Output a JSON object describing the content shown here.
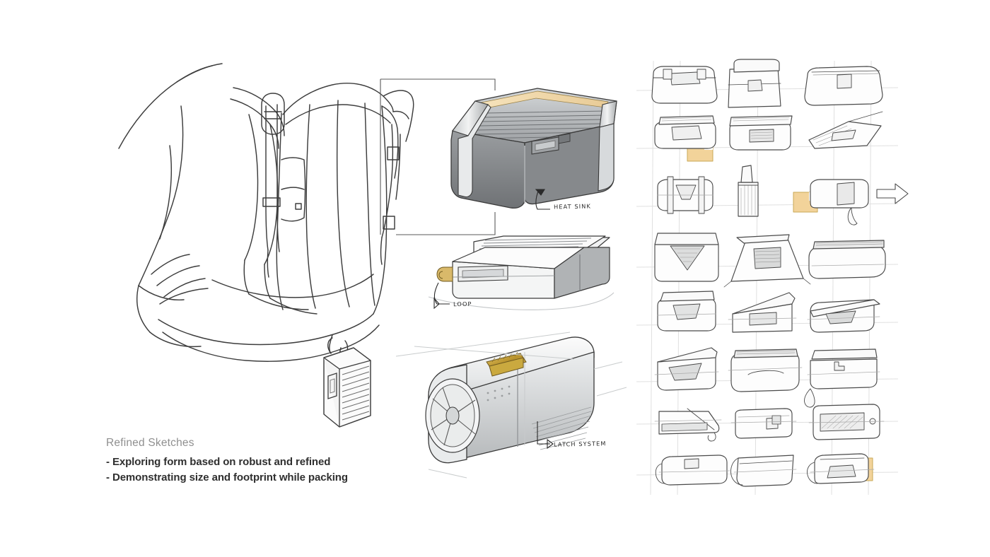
{
  "board": {
    "background_color": "#ffffff",
    "title": "Refined Sketches"
  },
  "caption": {
    "title": "Refined Sketches",
    "lines": [
      "- Exploring form based on robust and refined",
      "- Demonstrating size and footprint while packing"
    ]
  },
  "colors": {
    "ink": "#2a2a2a",
    "sketch_line": "#4a4a4a",
    "guide_line": "#d9d9d9",
    "accent_yellow": "#f2d39a",
    "accent_yellow_dark": "#d8a94f",
    "render_body_dark": "#7e8083",
    "render_body_mid": "#b9bcbe",
    "render_body_light": "#e4e6e7",
    "heat_sink_tan": "#efd8a6",
    "latch_gold": "#c9a227",
    "caption_title": "#8f8f8f",
    "caption_body": "#2f2f2f"
  },
  "scene_left": {
    "name": "backpack-context-sketch",
    "description": "Line-art sketch of a person wearing a loaded hiking backpack with the device clipped to the base",
    "parts": [
      "person-back",
      "backpack-body",
      "shoulder-strap",
      "compression-strap",
      "buckle",
      "lid-flap",
      "side-pocket",
      "attached-device"
    ]
  },
  "renders": [
    {
      "id": "render-heat-sink",
      "title": "Heat sink top view",
      "callout": "HEAT SINK",
      "callout_target": "finned top grille"
    },
    {
      "id": "render-loop",
      "title": "Low profile body with loop",
      "callout": "LOOP",
      "callout_target": "yellow webbing loop"
    },
    {
      "id": "render-latch",
      "title": "Cylindrical body with fan end",
      "callout": "LATCH SYSTEM",
      "callout_target": "gold latch on top face"
    }
  ],
  "thumbnail_grid": {
    "name": "ideation-sketch-grid",
    "columns": 3,
    "rows": 8,
    "cells": [
      {
        "row": 1,
        "col": 1,
        "form": "rounded-case-front",
        "accent": false
      },
      {
        "row": 1,
        "col": 2,
        "form": "boxy-case-front",
        "accent": false
      },
      {
        "row": 1,
        "col": 3,
        "form": "wedge-case-ribbed",
        "accent": false
      },
      {
        "row": 2,
        "col": 1,
        "form": "slab-case-ribbed-top",
        "accent": true
      },
      {
        "row": 2,
        "col": 2,
        "form": "hatched-case-handle",
        "accent": false
      },
      {
        "row": 2,
        "col": 3,
        "form": "angled-wedge-plan",
        "accent": false
      },
      {
        "row": 3,
        "col": 1,
        "form": "case-with-side-clasps",
        "accent": false
      },
      {
        "row": 3,
        "col": 2,
        "form": "upright-tall-block",
        "accent": false
      },
      {
        "row": 3,
        "col": 3,
        "form": "slider-case-with-arrow",
        "accent": true
      },
      {
        "row": 4,
        "col": 1,
        "form": "case-with-v-recess",
        "accent": false
      },
      {
        "row": 4,
        "col": 2,
        "form": "tapered-bucket-form",
        "accent": false
      },
      {
        "row": 4,
        "col": 3,
        "form": "pill-case-ribbed-lid",
        "accent": false
      },
      {
        "row": 5,
        "col": 1,
        "form": "rounded-case-trapezoid-grip",
        "accent": false
      },
      {
        "row": 5,
        "col": 2,
        "form": "sloped-lid-box",
        "accent": false
      },
      {
        "row": 5,
        "col": 3,
        "form": "sloped-lid-rounded",
        "accent": false
      },
      {
        "row": 6,
        "col": 1,
        "form": "wedge-lid-long",
        "accent": false
      },
      {
        "row": 6,
        "col": 2,
        "form": "ribbed-pill-case",
        "accent": false
      },
      {
        "row": 6,
        "col": 3,
        "form": "flat-case-with-hook",
        "accent": false
      },
      {
        "row": 7,
        "col": 1,
        "form": "angled-fin-block",
        "accent": false
      },
      {
        "row": 7,
        "col": 2,
        "form": "plan-view-latch",
        "accent": false
      },
      {
        "row": 7,
        "col": 3,
        "form": "plan-view-window",
        "accent": false
      },
      {
        "row": 8,
        "col": 1,
        "form": "low-case-small-latch",
        "accent": false
      },
      {
        "row": 8,
        "col": 2,
        "form": "curved-base-tray",
        "accent": false
      },
      {
        "row": 8,
        "col": 3,
        "form": "case-with-yellow-tab",
        "accent": true
      }
    ]
  }
}
